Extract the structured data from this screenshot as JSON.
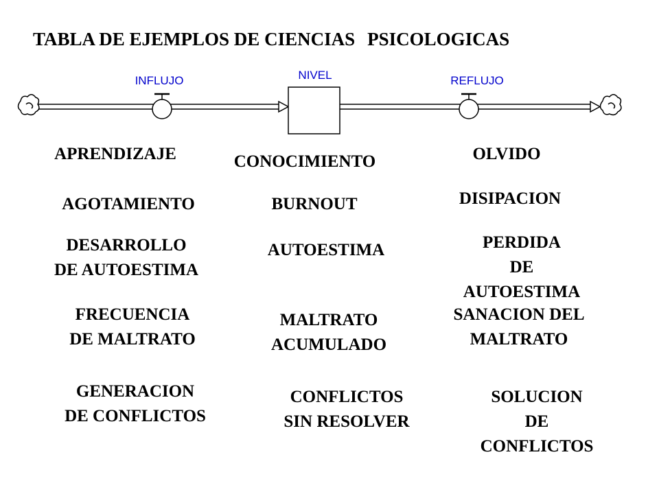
{
  "title": {
    "part1": "TABLA DE EJEMPLOS DE CIENCIAS",
    "part2": "PSICOLOGICAS"
  },
  "diagram": {
    "inflow_label": "INFLUJO",
    "stock_label": "NIVEL",
    "outflow_label": "REFLUJO",
    "label_color": "#0000cc",
    "source_icon": "cloud-source-icon",
    "sink_icon": "cloud-sink-icon",
    "valve_icon": "valve-icon"
  },
  "rows": [
    {
      "inflow": "APRENDIZAJE",
      "stock": "CONOCIMIENTO",
      "outflow": "OLVIDO"
    },
    {
      "inflow": "AGOTAMIENTO",
      "stock": "BURNOUT",
      "outflow": "DISIPACION"
    },
    {
      "inflow": "DESARROLLO\nDE AUTOESTIMA",
      "stock": "AUTOESTIMA",
      "outflow": "PERDIDA\nDE AUTOESTIMA"
    },
    {
      "inflow": "FRECUENCIA\nDE MALTRATO",
      "stock": "MALTRATO\nACUMULADO",
      "outflow": "SANACION DEL\nMALTRATO"
    },
    {
      "inflow": "GENERACION\nDE CONFLICTOS",
      "stock": "CONFLICTOS\nSIN RESOLVER",
      "outflow": "SOLUCION\nDE CONFLICTOS"
    }
  ]
}
